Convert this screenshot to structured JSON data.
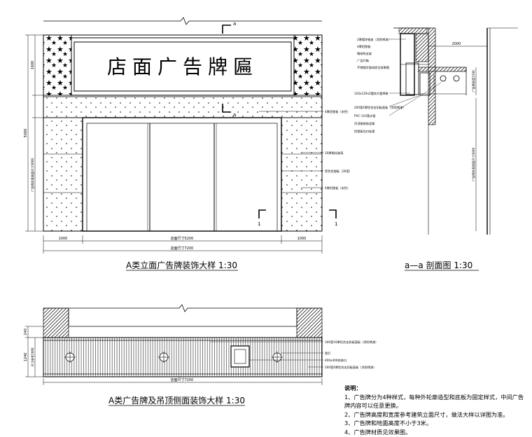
{
  "sign": {
    "text": "店面广告牌匾"
  },
  "section_marks": {
    "top": "a",
    "bottom": "a",
    "left": "1",
    "right": "1"
  },
  "front_elevation": {
    "title": "A类立面广告牌装饰大样 1:30",
    "dims": {
      "left_width": "1000",
      "mid_width": "店面尺寸5200",
      "right_width": "1000",
      "total_width": "店面尺寸7200",
      "sign_height": "1600",
      "total_height": "5000",
      "door_height": "广告牌底离地面尺寸3000"
    },
    "callouts": [
      "4厚铝塑板（米色）",
      "10厚钢化玻璃",
      "黑色铝塑板（30宽）",
      "4厚铝塑板（米色）"
    ]
  },
  "section_view": {
    "title": "a—a 剖面图 1:30",
    "dims": {
      "top_width": "2000",
      "sign_height": "广告牌高度1500",
      "ground_height": "广告牌底离地面尺寸3000"
    },
    "callouts": [
      "2厚镀锌铁皮（涂防锈漆）",
      "4厚铝塑板",
      "钢结构支架",
      "广告灯箱",
      "不锈钢字面材质见效果图",
      "120x120x2镀锌方管焊接",
      "200宽4厚铝合金扣板面板（涂防锈漆）",
      "PVC-110落水管",
      "吊顶按装饰定做",
      "铝塑板包口处理"
    ]
  },
  "plan_view": {
    "title": "A类广告牌及吊顶侧面装饰大样 1:30",
    "dims": {
      "top_height": "240",
      "bottom_height": "1240",
      "total_height": "尺寸参考2000",
      "total_width": "店面尺寸7200"
    },
    "callouts": [
      "100宽10厚铝合金扣板面板（涂防锈漆）",
      "筒灯",
      "400x400检修口",
      "200宽4厚铝合金扣板面板（涂防锈漆）"
    ]
  },
  "notes": {
    "heading": "说明：",
    "items": [
      "1、广告牌分为4种样式，每种外轮廓造型和底板为固定样式，中间广告",
      "牌内容可以任意更换。",
      "2、广告牌高度和宽度参考建筑立面尺寸，做法大样以详图为准。",
      "3、广告牌和地面高度不小于3米。",
      "4、广告牌材质见效果图。"
    ]
  }
}
